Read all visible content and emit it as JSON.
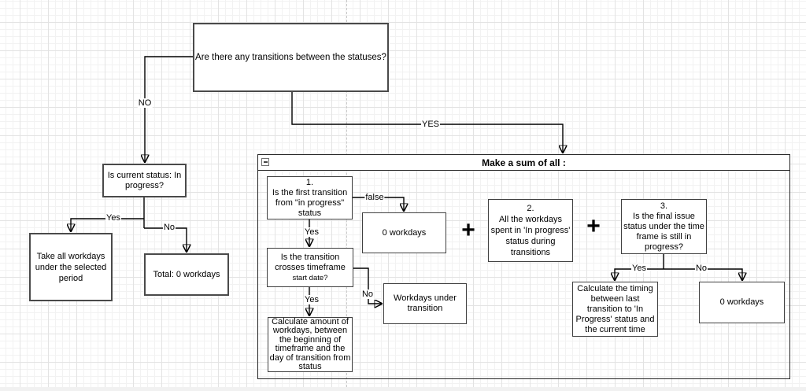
{
  "root": {
    "question": "Are there any transitions between the statuses?"
  },
  "left": {
    "no_label": "NO",
    "question": "Is current status: In\nprogress?",
    "yes_label": "Yes",
    "no2_label": "No",
    "take_all": "Take all workdays\nunder the selected\nperiod",
    "total": "Total: 0 workdays"
  },
  "sum": {
    "yes_label": "YES",
    "title": "Make a sum of all :",
    "plus": "+",
    "step1": {
      "question": "1.\nIs the first transition\nfrom \"in progress\"\nstatus",
      "false_label": "false",
      "zero": "0 workdays",
      "yes_label": "Yes"
    },
    "crosses": {
      "question": "Is the transition\ncrosses timeframe",
      "question_small": "start date?",
      "no_label": "No",
      "workdays_under": "Workdays under\ntransition",
      "yes_label": "Yes",
      "calc": "Calculate amount of\nworkdays, between\nthe beginning of\ntimeframe and the\nday of transition from\nstatus"
    },
    "step2": {
      "text": "2.\nAll the workdays\nspent in 'In progress'\nstatus during\ntransitions"
    },
    "step3": {
      "question": "3.\nIs the final issue\nstatus under the time\nframe is still in\nprogress?",
      "yes_label": "Yes",
      "no_label": "No",
      "calc_timing": "Calculate the timing\nbetween last\ntransition to 'In\nProgress' status and\nthe current time",
      "zero": "0 workdays"
    }
  }
}
